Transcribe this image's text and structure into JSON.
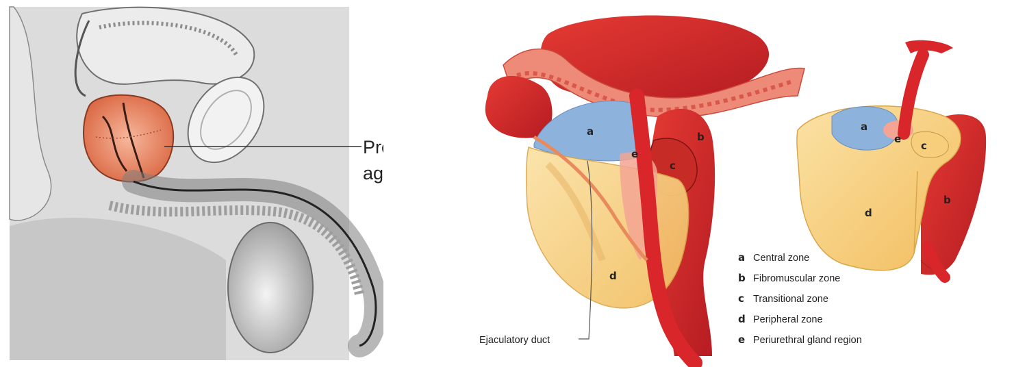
{
  "left_illustration": {
    "callout_line1": "Próstata",
    "callout_line2": "agrandada"
  },
  "zone_diagram": {
    "main_labels": {
      "a": "a",
      "b": "b",
      "c": "c",
      "d": "d",
      "e": "e"
    },
    "small_labels": {
      "a": "a",
      "b": "b",
      "c": "c",
      "d": "d",
      "e": "e"
    },
    "duct_label": "Ejaculatory duct",
    "legend": [
      {
        "letter": "a",
        "text": "Central zone"
      },
      {
        "letter": "b",
        "text": "Fibromuscular zone"
      },
      {
        "letter": "c",
        "text": "Transitional zone"
      },
      {
        "letter": "d",
        "text": "Peripheral zone"
      },
      {
        "letter": "e",
        "text": "Periurethral gland region"
      }
    ]
  },
  "colors": {
    "red": "#d8262b",
    "dark_red": "#b51c22",
    "yellow": "#f7cf7c",
    "blue": "#8db3dd",
    "pink": "#f3a493",
    "grey_tissue": "#cfcfcf"
  }
}
